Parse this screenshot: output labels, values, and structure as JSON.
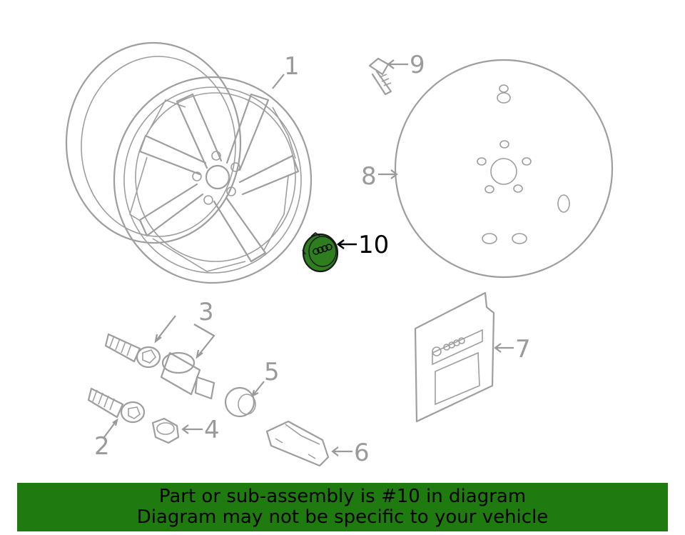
{
  "callouts": {
    "c1": "1",
    "c2": "2",
    "c3": "3",
    "c4": "4",
    "c5": "5",
    "c6": "6",
    "c7": "7",
    "c8": "8",
    "c9": "9",
    "c10": "10"
  },
  "highlighted_part": "10",
  "colors": {
    "banner_bg": "#1f7a10",
    "highlight_fill": "#2e7d1e",
    "line_gray": "#9e9e9e"
  },
  "banner": {
    "line1": "Part or sub-assembly is #10 in diagram",
    "line2": "Diagram may not be specific to your vehicle"
  }
}
